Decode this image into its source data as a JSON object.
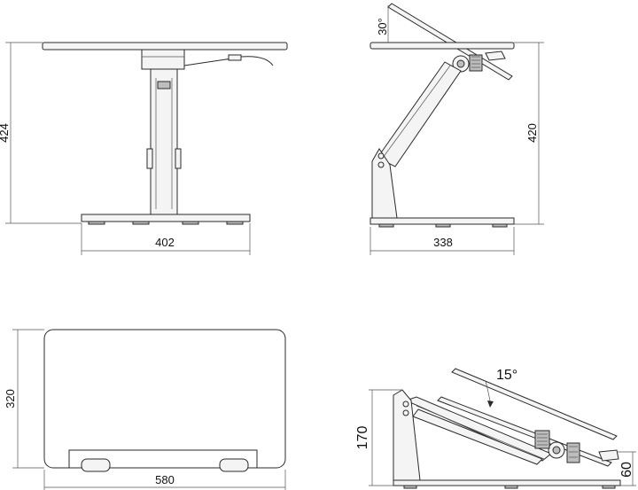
{
  "front_view": {
    "width_label": "402",
    "height_label": "424"
  },
  "side_view": {
    "width_label": "338",
    "height_label": "420",
    "angle_label": "30°"
  },
  "top_view": {
    "width_label": "580",
    "depth_label": "320"
  },
  "folded_view": {
    "height_label": "170",
    "min_height_label": "60",
    "angle_label": "15°"
  }
}
